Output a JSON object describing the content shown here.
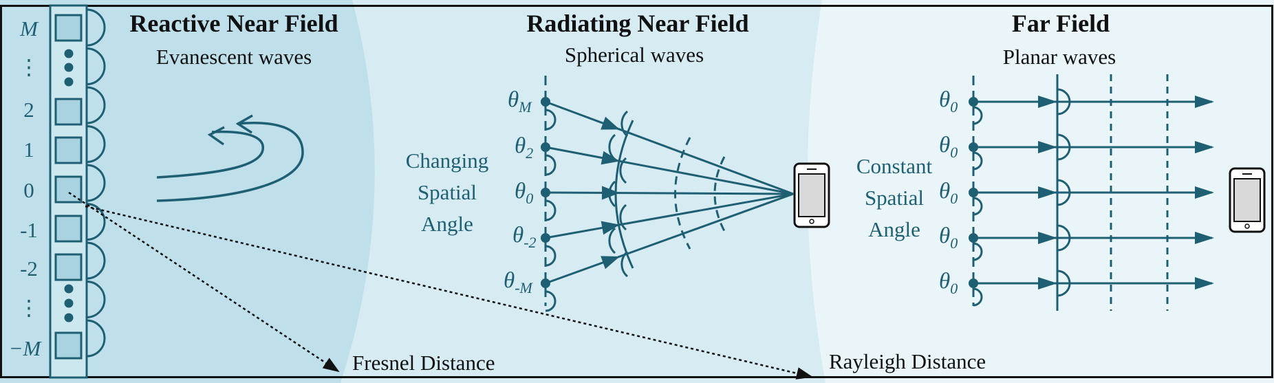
{
  "array": {
    "indices": [
      "M",
      "⋮",
      "2",
      "1",
      "0",
      "-1",
      "-2",
      "⋮",
      "−M"
    ]
  },
  "regions": {
    "reactive": {
      "title": "Reactive Near Field",
      "subtitle": "Evanescent waves"
    },
    "radiating": {
      "title": "Radiating Near Field",
      "subtitle": "Spherical waves",
      "side_label": [
        "Changing",
        "Spatial",
        "Angle"
      ],
      "angles": [
        {
          "symbol": "θ",
          "sub": "M"
        },
        {
          "symbol": "θ",
          "sub": "2"
        },
        {
          "symbol": "θ",
          "sub": "0"
        },
        {
          "symbol": "θ",
          "sub": "-2"
        },
        {
          "symbol": "θ",
          "sub": "-M"
        }
      ]
    },
    "far": {
      "title": "Far Field",
      "subtitle": "Planar waves",
      "side_label": [
        "Constant",
        "Spatial",
        "Angle"
      ],
      "angles": [
        {
          "symbol": "θ",
          "sub": "0"
        },
        {
          "symbol": "θ",
          "sub": "0"
        },
        {
          "symbol": "θ",
          "sub": "0"
        },
        {
          "symbol": "θ",
          "sub": "0"
        },
        {
          "symbol": "θ",
          "sub": "0"
        }
      ]
    }
  },
  "distances": {
    "fresnel": "Fresnel Distance",
    "rayleigh": "Rayleigh Distance"
  },
  "colors": {
    "reactive_bg": "#bfe0ea",
    "radiating_bg": "#d6ebf2",
    "far_bg": "#e9f5f9",
    "stroke": "#1f5f73",
    "element_fill": "#a9d3e0",
    "phone_screen": "#d9d9d9"
  }
}
